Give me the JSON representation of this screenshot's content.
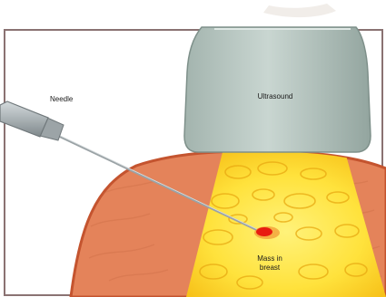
{
  "figure": {
    "labels": {
      "needle": "Needle",
      "ultrasound": "Ultrasound",
      "mass_line1": "Mass in",
      "mass_line2": "breast"
    },
    "colors": {
      "background": "#ffffff",
      "frame": "#8a7272",
      "skin": "#e4835a",
      "skin_edge": "#c4542f",
      "beam": "#ffe23c",
      "beam_glow": "#ffcf1c",
      "probe": "#b9c9c4",
      "probe_edge": "#7e908a",
      "needle": "#a9b0b3",
      "mass": "#e81c10"
    },
    "icons": [
      "ultrasound-probe-icon",
      "needle-syringe-icon",
      "mass-lesion-icon"
    ]
  }
}
